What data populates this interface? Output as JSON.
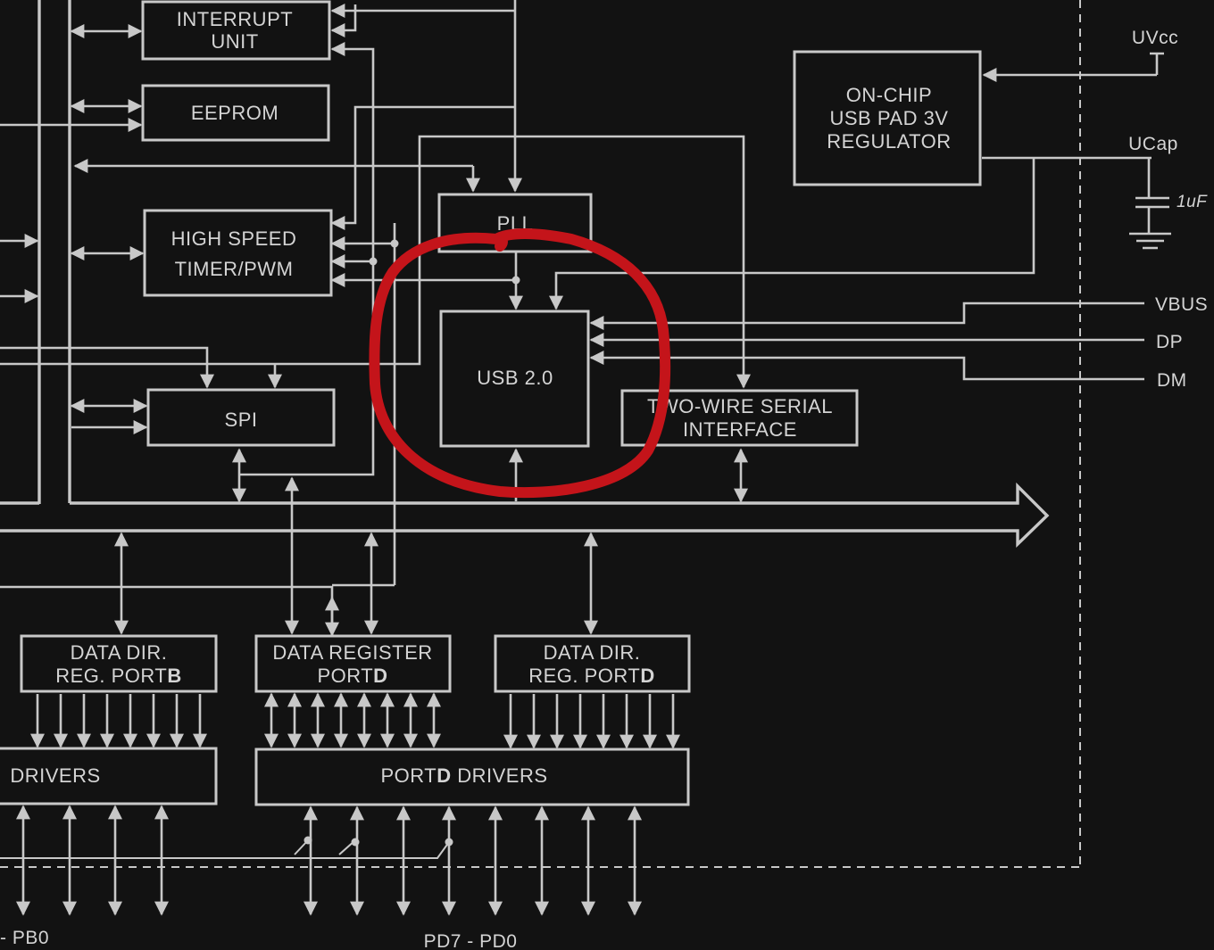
{
  "blocks": {
    "interrupt_unit": [
      "INTERRUPT",
      "UNIT"
    ],
    "eeprom": "EEPROM",
    "timer": [
      "HIGH SPEED",
      "TIMER/PWM"
    ],
    "pll": "PLL",
    "usb": "USB 2.0",
    "regulator": [
      "ON-CHIP",
      "USB PAD 3V",
      "REGULATOR"
    ],
    "spi": "SPI",
    "twi": [
      "TWO-WIRE SERIAL",
      "INTERFACE"
    ],
    "ddr_b": {
      "line1": "DATA DIR.",
      "line2_prefix": "REG. PORT",
      "line2_bold": "B"
    },
    "dr_d": {
      "line1": "DATA REGISTER",
      "line2_prefix": "PORT",
      "line2_bold": "D"
    },
    "ddr_d": {
      "line1": "DATA DIR.",
      "line2_prefix": "REG. PORT",
      "line2_bold": "D"
    },
    "portb_drivers": "DRIVERS",
    "portd_drivers": {
      "prefix": "PORT",
      "bold": "D",
      "suffix": " DRIVERS"
    }
  },
  "pins": {
    "uvcc": "UVcc",
    "ucap": "UCap",
    "cap_value": "1uF",
    "vbus": "VBUS",
    "dp": "DP",
    "dm": "DM",
    "pb_range": "- PB0",
    "pd_range": "PD7 - PD0"
  },
  "annotation": {
    "color": "#c4141a",
    "target": "USB 2.0"
  }
}
